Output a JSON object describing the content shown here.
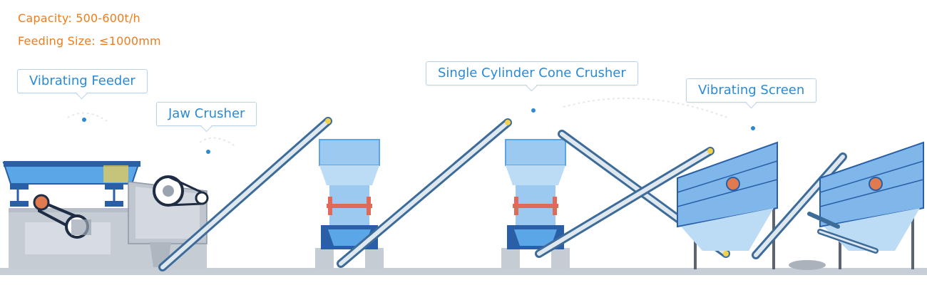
{
  "specs": {
    "capacity": "Capacity: 500-600t/h",
    "feeding_size": "Feeding Size: ≤1000mm"
  },
  "labels": {
    "vibrating_feeder": "Vibrating Feeder",
    "jaw_crusher": "Jaw Crusher",
    "cone_crusher": "Single Cylinder Cone Crusher",
    "vibrating_screen": "Vibrating Screen"
  },
  "colors": {
    "spec_text": "#f07c1c",
    "label_text": "#2a8ad6",
    "label_border": "#b8d3ea",
    "machine_blue": "#5aa6e6",
    "machine_dark": "#2a5fa8",
    "concrete": "#c8ced6",
    "conveyor": "#3d6c9a"
  }
}
